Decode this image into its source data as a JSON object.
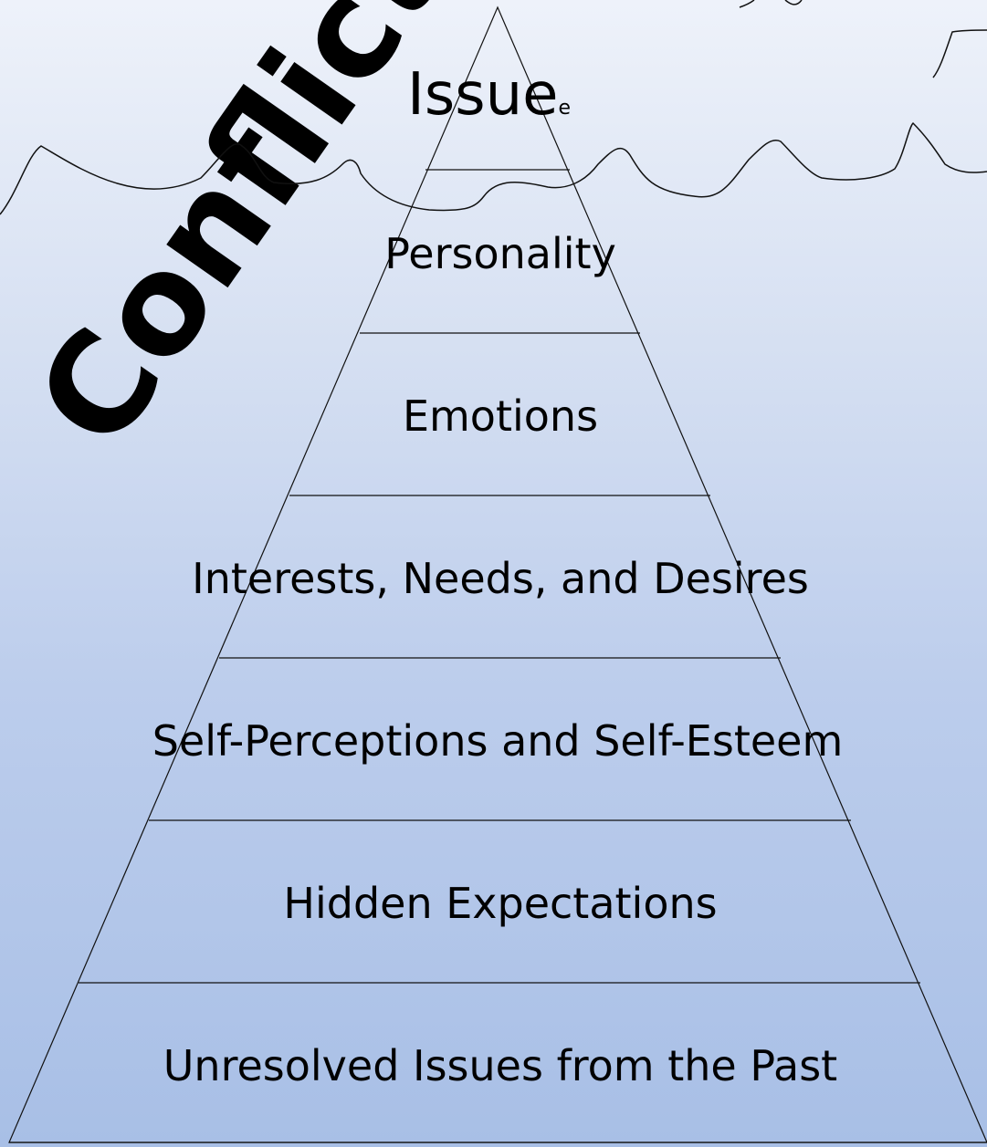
{
  "title_word": "Conflict",
  "layers": [
    {
      "label": "Issue",
      "suffix": "e"
    },
    {
      "label": "Personality"
    },
    {
      "label": "Emotions"
    },
    {
      "label": "Interests, Needs, and Desires"
    },
    {
      "label": "Self-Perceptions and Self-Esteem"
    },
    {
      "label": "Hidden Expectations"
    },
    {
      "label": "Unresolved Issues from the Past"
    }
  ]
}
